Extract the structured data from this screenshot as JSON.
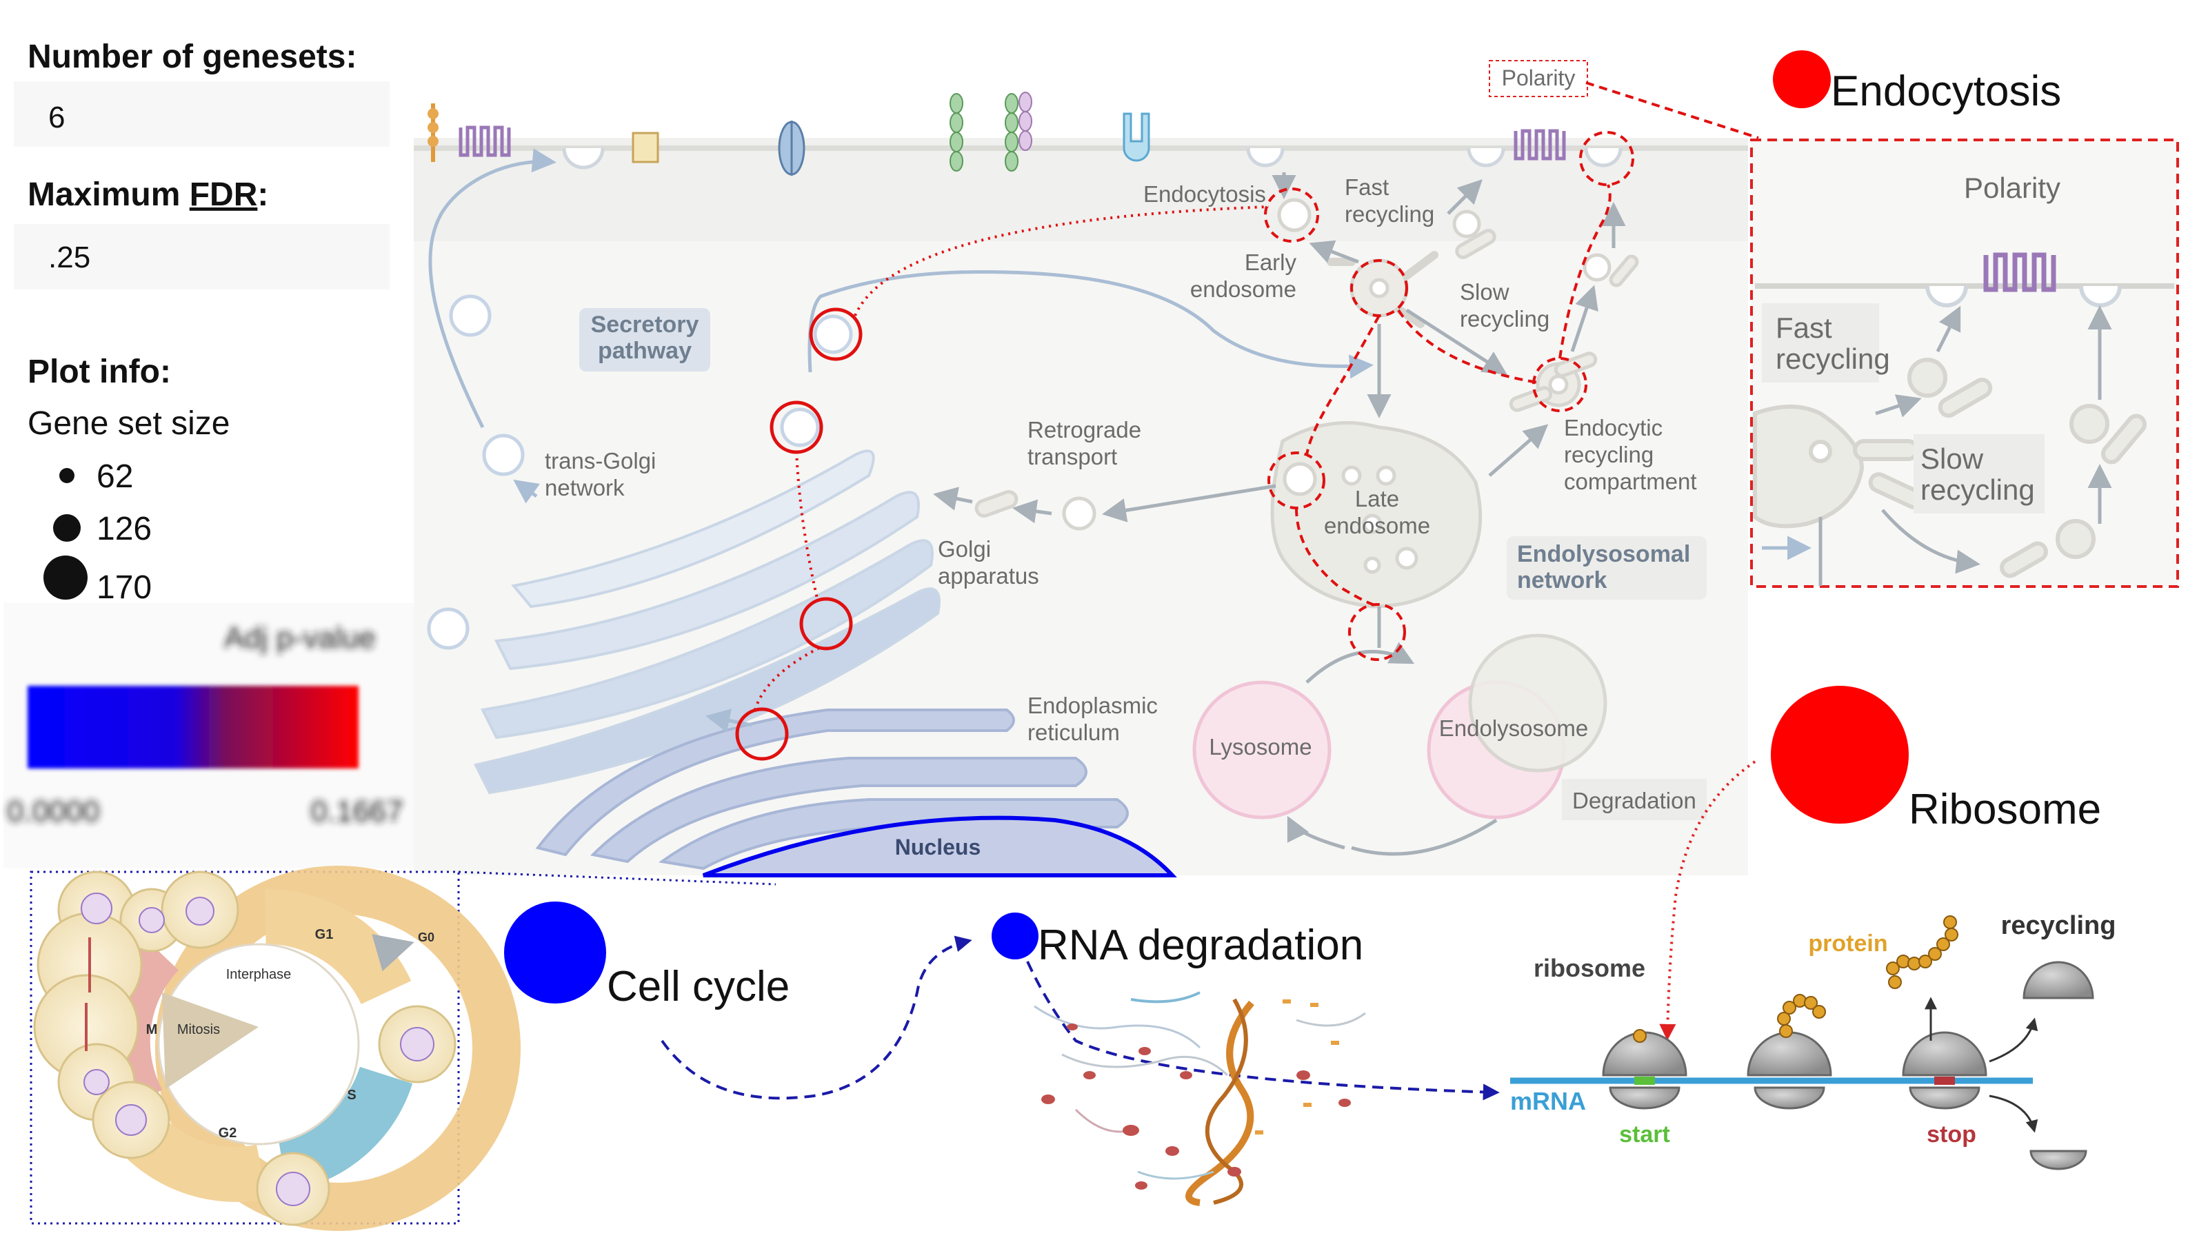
{
  "sidebar": {
    "num_genesets_label": "Number of genesets:",
    "num_genesets_value": "6",
    "max_fdr_prefix": "Maximum ",
    "max_fdr_underlined": "FDR",
    "max_fdr_suffix": ":",
    "max_fdr_value": ".25",
    "plot_info_label": "Plot info:",
    "gene_set_size_label": "Gene set size",
    "size_legend": [
      "62",
      "126",
      "170"
    ],
    "adj_p_label": "Adj p-value",
    "colorbar_min": "0.0000",
    "colorbar_max": "0.1667",
    "colorbar_colors": {
      "low": "#0000ff",
      "mid": "#7a0a5a",
      "high": "#ff0000"
    }
  },
  "genesets": [
    {
      "name": "Endocytosis",
      "color": "#ff0000"
    },
    {
      "name": "Ribosome",
      "color": "#ff0000"
    },
    {
      "name": "Cell cycle",
      "color": "#0000ff"
    },
    {
      "name": "RNA degradation",
      "color": "#0000ff"
    }
  ],
  "cell_diagram": {
    "polarity_tag": "Polarity",
    "endocytosis": "Endocytosis",
    "fast_recycling": [
      "Fast",
      "recycling"
    ],
    "early_endosome": [
      "Early",
      "endosome"
    ],
    "slow_recycling": [
      "Slow",
      "recycling"
    ],
    "secretory_pathway": [
      "Secretory",
      "pathway"
    ],
    "trans_golgi": [
      "trans-Golgi",
      "network"
    ],
    "retrograde_transport": [
      "Retrograde",
      "transport"
    ],
    "golgi_apparatus": [
      "Golgi",
      "apparatus"
    ],
    "late_endosome": [
      "Late",
      "endosome"
    ],
    "endocytic_recycling": [
      "Endocytic",
      "recycling",
      "compartment"
    ],
    "endolysosomal_network": [
      "Endolysosomal",
      "network"
    ],
    "endoplasmic_reticulum": [
      "Endoplasmic",
      "reticulum"
    ],
    "lysosome": "Lysosome",
    "endolysosome": "Endolysosome",
    "degradation": "Degradation",
    "nucleus": "Nucleus"
  },
  "zoom_panel": {
    "polarity": "Polarity",
    "fast_recycling": [
      "Fast",
      "recycling"
    ],
    "slow_recycling": [
      "Slow",
      "recycling"
    ]
  },
  "cell_cycle_panel": {
    "interphase": "Interphase",
    "mitosis": "Mitosis",
    "m": "M",
    "g1": "G1",
    "g0": "G0",
    "s": "S",
    "g2": "G2"
  },
  "ribosome_panel": {
    "ribosome": "ribosome",
    "protein": "protein",
    "recycling": "recycling",
    "mrna": "mRNA",
    "start": "start",
    "stop": "stop",
    "colors": {
      "mrna": "#3a9fd6",
      "start": "#5bbf3a",
      "stop": "#b5353a",
      "protein": "#e0a22a"
    }
  }
}
